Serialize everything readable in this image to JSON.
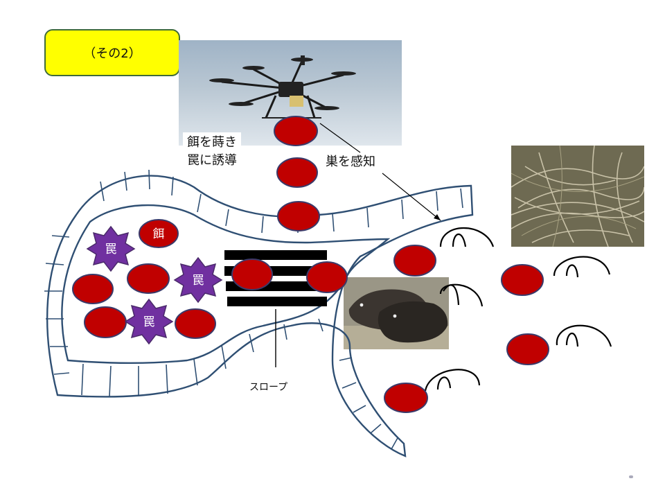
{
  "badge": {
    "label": "（その2）"
  },
  "labels": {
    "bait_instruction": "餌を蒔き\n罠に誘導",
    "nest_detect": "巣を感知",
    "slope": "スロープ"
  },
  "marks": {
    "bait": "餌",
    "trap": "罠"
  },
  "colors": {
    "bait_red": "#c00000",
    "trap_purple": "#7030a0",
    "badge_yellow": "#ffff00",
    "outline_blue": "#2f4f73"
  },
  "photos": {
    "drone": "drone-photo",
    "nest": "nest-photo",
    "boar": "boar-photo"
  }
}
